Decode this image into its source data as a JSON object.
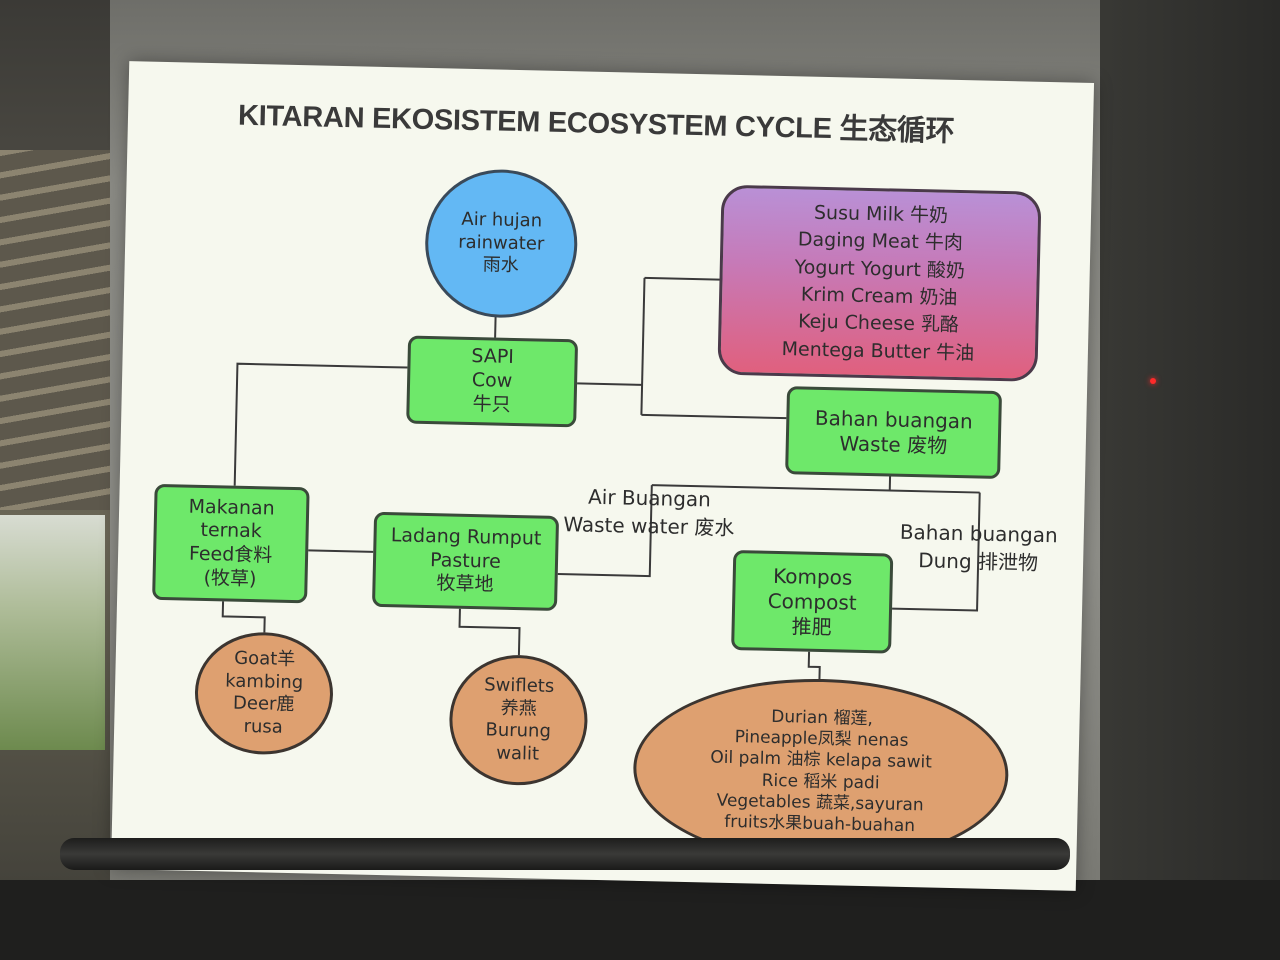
{
  "slide_title": "KITARAN EKOSISTEM ECOSYSTEM CYCLE 生态循环",
  "nodes": {
    "rainwater": [
      "Air hujan",
      "rainwater",
      "雨水"
    ],
    "cow": [
      "SAPI",
      "Cow",
      "牛只"
    ],
    "products": [
      "Susu  Milk 牛奶",
      "Daging  Meat 牛肉",
      "Yogurt  Yogurt  酸奶",
      "Krim Cream 奶油",
      "Keju  Cheese 乳酪",
      "Mentega  Butter 牛油"
    ],
    "waste": [
      "Bahan buangan",
      "Waste 废物"
    ],
    "feed": [
      "Makanan",
      "ternak",
      "Feed食料",
      "(牧草)"
    ],
    "pasture": [
      "Ladang Rumput",
      "Pasture",
      "牧草地"
    ],
    "compost": [
      "Kompos",
      "Compost",
      "推肥"
    ],
    "goat": [
      "Goat羊",
      "kambing",
      "Deer鹿",
      "rusa"
    ],
    "swiftlets": [
      "Swiflets",
      "养燕",
      "Burung",
      "walit"
    ],
    "crops": [
      "Durian 榴莲,",
      "Pineapple凤梨 nenas",
      "Oil palm 油棕 kelapa sawit",
      "Rice 稻米 padi",
      "Vegetables 蔬菜,sayuran",
      "fruits水果buah-buahan"
    ]
  },
  "labels": {
    "waste_water": [
      "Air Buangan",
      "Waste water 废水"
    ],
    "dung": [
      "Bahan buangan",
      "Dung 排泄物"
    ]
  },
  "colors": {
    "green_box": "#6ee86a",
    "blue_circle": "#63b8f4",
    "tan_ellipse": "#dea070",
    "pink_top": "#b990d6",
    "pink_bottom": "#e0607e",
    "line": "#3a3a3a"
  }
}
